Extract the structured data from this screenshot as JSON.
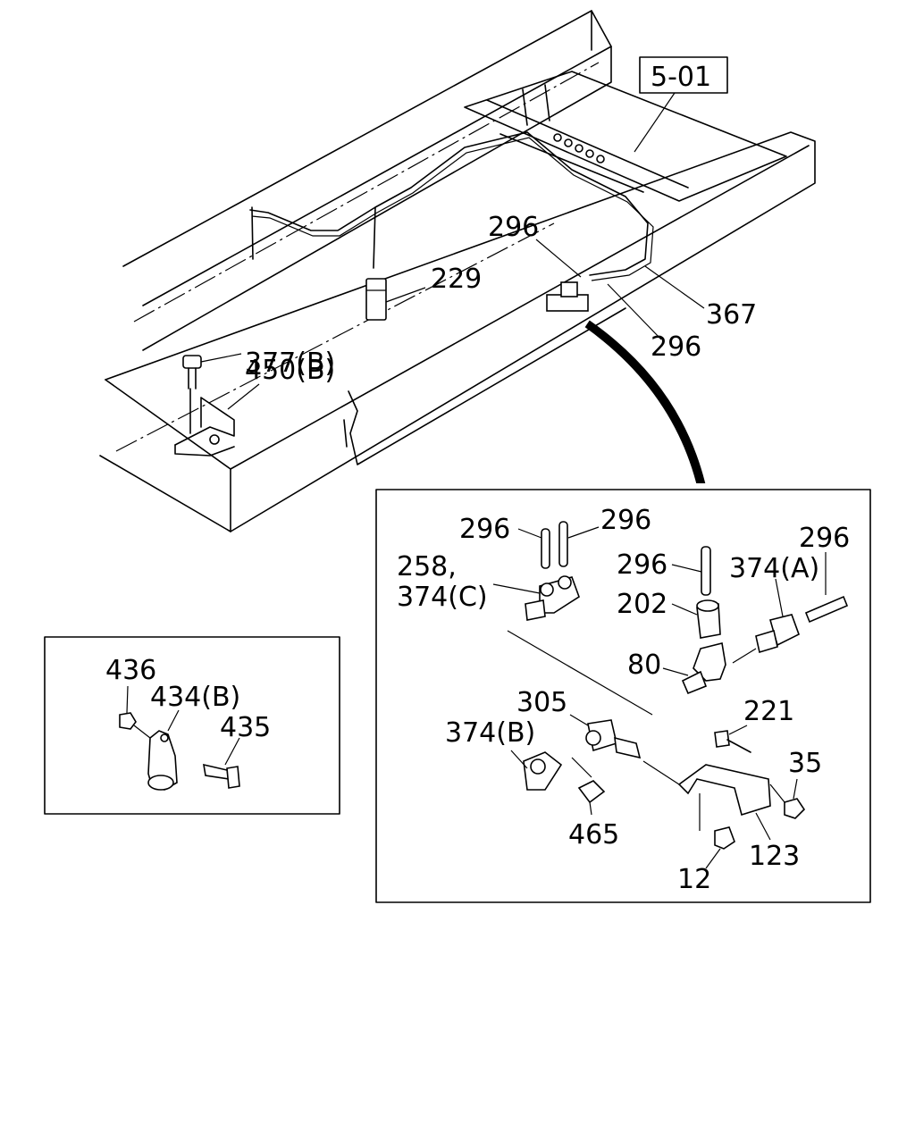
{
  "ref_box": "5-01",
  "labels": {
    "l_296_top": "296",
    "l_229": "229",
    "l_367": "367",
    "l_296_right": "296",
    "l_377b": "377(B)",
    "l_450b": "450(B)",
    "d_296_a": "296",
    "d_296_b": "296",
    "d_258": "258,",
    "d_374c": "374(C)",
    "d_296_c": "296",
    "d_296_d": "296",
    "d_374a": "374(A)",
    "d_202": "202",
    "d_80": "80",
    "d_305": "305",
    "d_221": "221",
    "d_374b": "374(B)",
    "d_35": "35",
    "d_465": "465",
    "d_123": "123",
    "d_12": "12",
    "c_436": "436",
    "c_434b": "434(B)",
    "c_435": "435"
  }
}
